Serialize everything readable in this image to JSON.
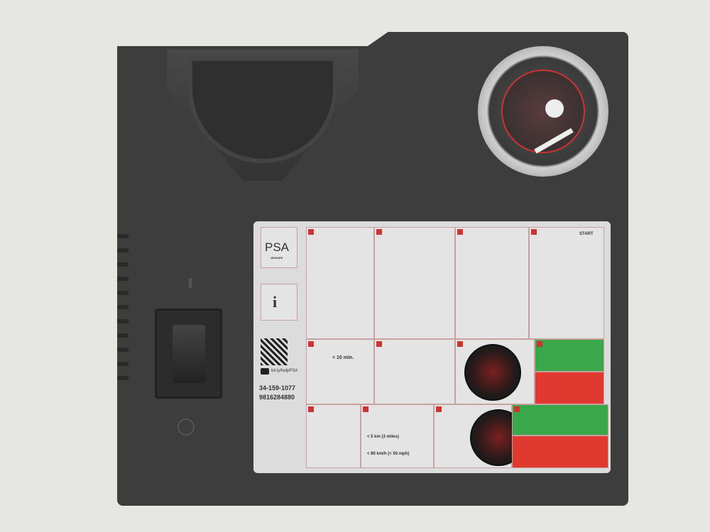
{
  "label": {
    "brand": "PSA",
    "brand_sub": "GROUPE",
    "video_link": "bit.ly/helpPSA",
    "part_number": "34-159-1077",
    "ref_number": "9816284880",
    "step4_text": "START",
    "step5_time": "< 10 min.",
    "step10_distance": "< 5 km (3 miles)",
    "step10_speed": "< 80 km/h (< 50 mph)"
  },
  "colors": {
    "body": "#3d3d3d",
    "label_bg": "#dcdcdc",
    "ok_green": "#3aa84a",
    "warn_red": "#e03a30"
  }
}
